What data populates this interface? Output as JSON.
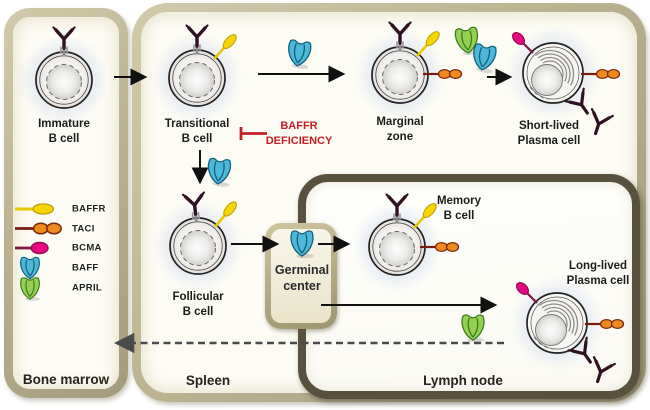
{
  "cells": {
    "immature": {
      "lines": [
        "Immature",
        "B cell"
      ]
    },
    "transitional": {
      "lines": [
        "Transitional",
        "B cell"
      ]
    },
    "marginal": {
      "lines": [
        "Marginal",
        "zone"
      ]
    },
    "short_plasma": {
      "lines": [
        "Short-lived",
        "Plasma cell"
      ]
    },
    "follicular": {
      "lines": [
        "Follicular",
        "B cell"
      ]
    },
    "memory": {
      "lines": [
        "Memory",
        "B cell"
      ]
    },
    "long_plasma": {
      "lines": [
        "Long-lived",
        "Plasma cell"
      ]
    }
  },
  "germinal_center": {
    "lines": [
      "Germinal",
      "center"
    ]
  },
  "annotation": {
    "lines": [
      "BAFFR",
      "DEFICIENCY"
    ],
    "color": "#c22026",
    "type": "inhibition"
  },
  "regions": {
    "bone_marrow": "Bone marrow",
    "spleen": "Spleen",
    "lymph_node": "Lymph node"
  },
  "legend": {
    "items": [
      {
        "icon": "baffr-receptor-icon",
        "label": "BAFFR",
        "color": "#f4d503"
      },
      {
        "icon": "taci-receptor-icon",
        "label": "TACI",
        "color": "#ee8a1e"
      },
      {
        "icon": "bcma-receptor-icon",
        "label": "BCMA",
        "color": "#e50880"
      },
      {
        "icon": "baff-ligand-icon",
        "label": "BAFF",
        "color": "#4cb9da"
      },
      {
        "icon": "april-ligand-icon",
        "label": "APRIL",
        "color": "#93d054"
      }
    ]
  },
  "colors": {
    "panel_rim": "#b6ae8c",
    "lymph_border": "#57513e",
    "bcr_antibody": "#2e1222",
    "cell_glow": "#c4d4ee",
    "arrow": "#111111",
    "dashed_arrow": "#4a4a4a"
  }
}
